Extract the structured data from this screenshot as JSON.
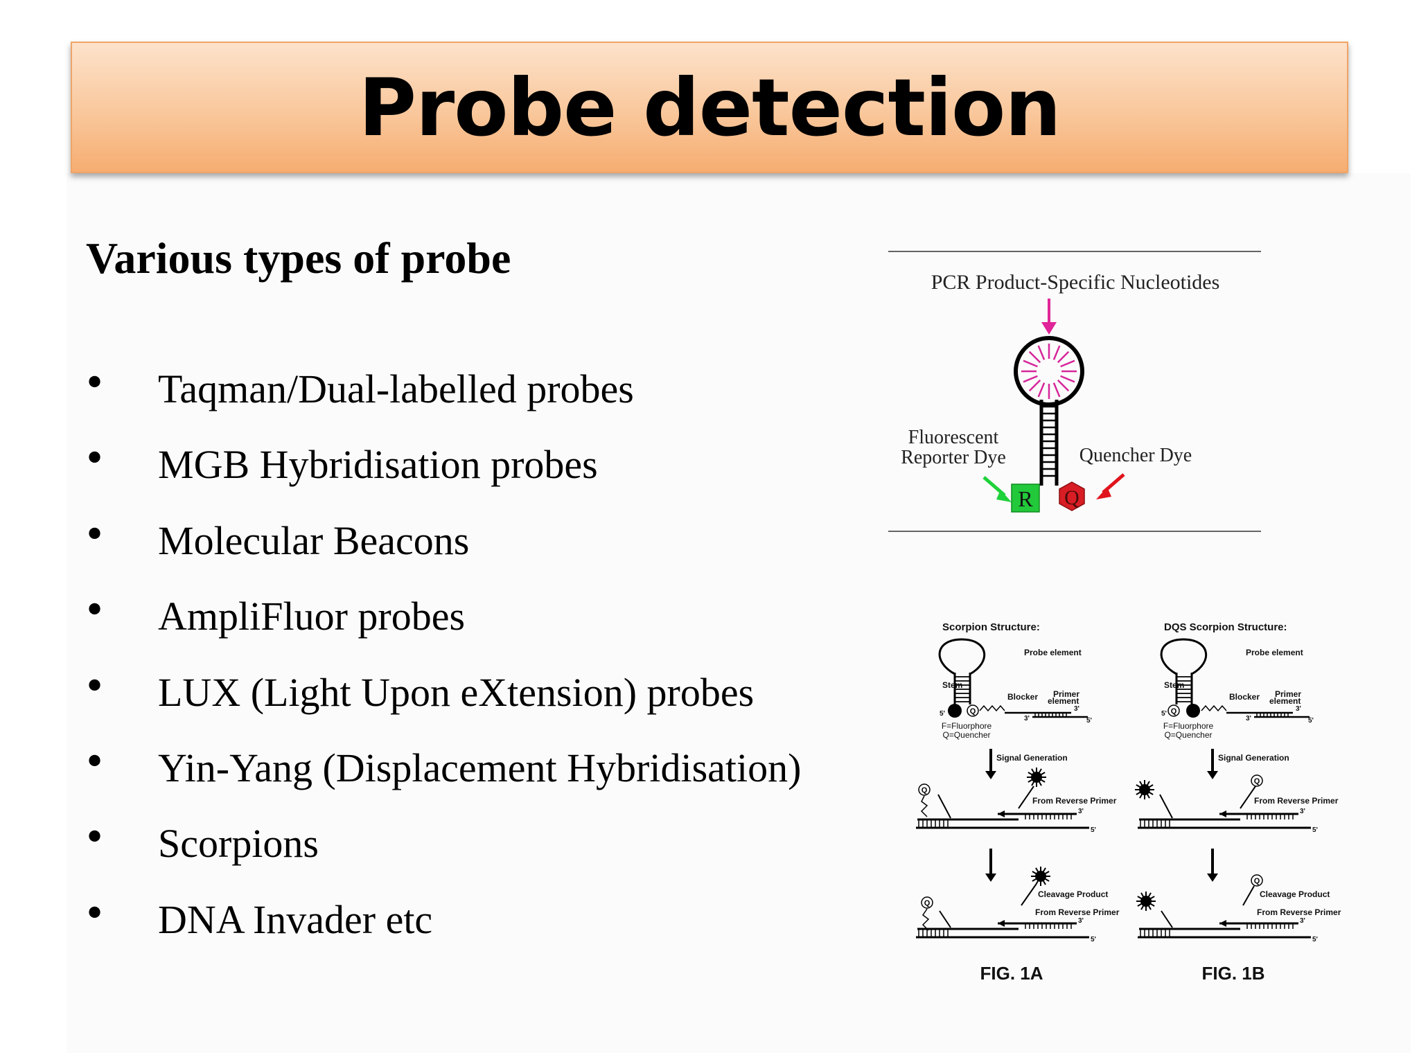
{
  "slide": {
    "title": "Probe detection",
    "subtitle": "Various types of probe",
    "bullets": [
      "Taqman/Dual-labelled probes",
      "MGB Hybridisation probes",
      "Molecular Beacons",
      "AmpliFluor probes",
      "LUX (Light Upon eXtension) probes",
      "Yin-Yang (Displacement Hybridisation)",
      "Scorpions",
      "DNA Invader etc"
    ],
    "bullet_symbol": "•"
  },
  "beacon_figure": {
    "top_label": "PCR Product-Specific Nucleotides",
    "reporter_label_line1": "Fluorescent",
    "reporter_label_line2": "Reporter Dye",
    "quencher_label": "Quencher Dye",
    "reporter_letter": "R",
    "quencher_letter": "Q",
    "colors": {
      "reporter": "#22c93a",
      "quencher": "#d81d24",
      "loop": "#d6279a",
      "arrow_green": "#1fd13a",
      "arrow_red": "#e0141c",
      "arrow_pink": "#e02598"
    }
  },
  "scorpion_figure": {
    "panel_a": {
      "heading": "Scorpion Structure:",
      "probe_element": "Probe element",
      "stem": "Stem",
      "blocker": "Blocker",
      "primer_element_1": "Primer",
      "primer_element_2": "element",
      "legend_f": "F=Fluorphore",
      "legend_q": "Q=Quencher",
      "signal_generation": "Signal Generation",
      "from_reverse_primer_1": "From Reverse Primer",
      "cleavage_product": "Cleavage Product",
      "from_reverse_primer_2": "From Reverse Primer",
      "caption": "FIG. 1A"
    },
    "panel_b": {
      "heading": "DQS Scorpion Structure:",
      "probe_element": "Probe element",
      "stem": "Stem",
      "blocker": "Blocker",
      "primer_element_1": "Primer",
      "primer_element_2": "element",
      "legend_f": "F=Fluorphore",
      "legend_q": "Q=Quencher",
      "signal_generation": "Signal Generation",
      "from_reverse_primer_1": "From Reverse Primer",
      "cleavage_product": "Cleavage Product",
      "from_reverse_primer_2": "From Reverse Primer",
      "caption": "FIG. 1B"
    },
    "end_3": "3'",
    "end_5": "5'",
    "q_letter": "Q"
  }
}
